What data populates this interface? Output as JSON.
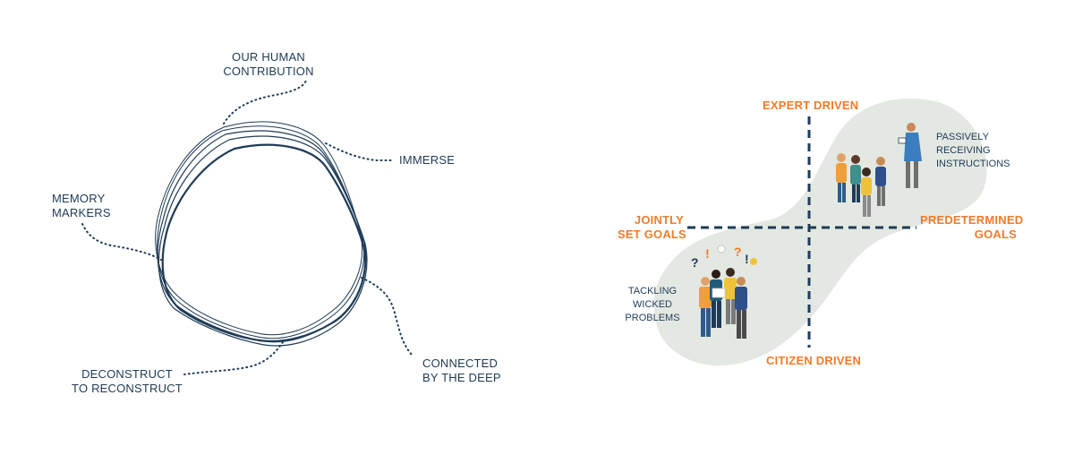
{
  "ring_diagram": {
    "labels": {
      "our_human_contribution": [
        "OUR HUMAN",
        "CONTRIBUTION"
      ],
      "immerse": [
        "IMMERSE"
      ],
      "memory_markers": [
        "MEMORY",
        "MARKERS"
      ],
      "connected_by_the_deep": [
        "CONNECTED",
        "BY THE DEEP"
      ],
      "deconstruct_to_reconstruct": [
        "DECONSTRUCT",
        "TO RECONSTRUCT"
      ]
    }
  },
  "quadrant_diagram": {
    "axes": {
      "top": "EXPERT DRIVEN",
      "bottom": "CITIZEN DRIVEN",
      "left": [
        "JOINTLY",
        "SET GOALS"
      ],
      "right": [
        "PREDETERMINED",
        "GOALS"
      ]
    },
    "annotations": {
      "passively": [
        "PASSIVELY",
        "RECEIVING",
        "INSTRUCTIONS"
      ],
      "tackling": [
        "TACKLING",
        "WICKED",
        "PROBLEMS"
      ]
    },
    "thought_symbols": [
      "?",
      "!",
      "?",
      "!"
    ]
  },
  "colors": {
    "navy": "#1f3b57",
    "orange": "#f07c2a",
    "blob": "#e3e8e2"
  }
}
